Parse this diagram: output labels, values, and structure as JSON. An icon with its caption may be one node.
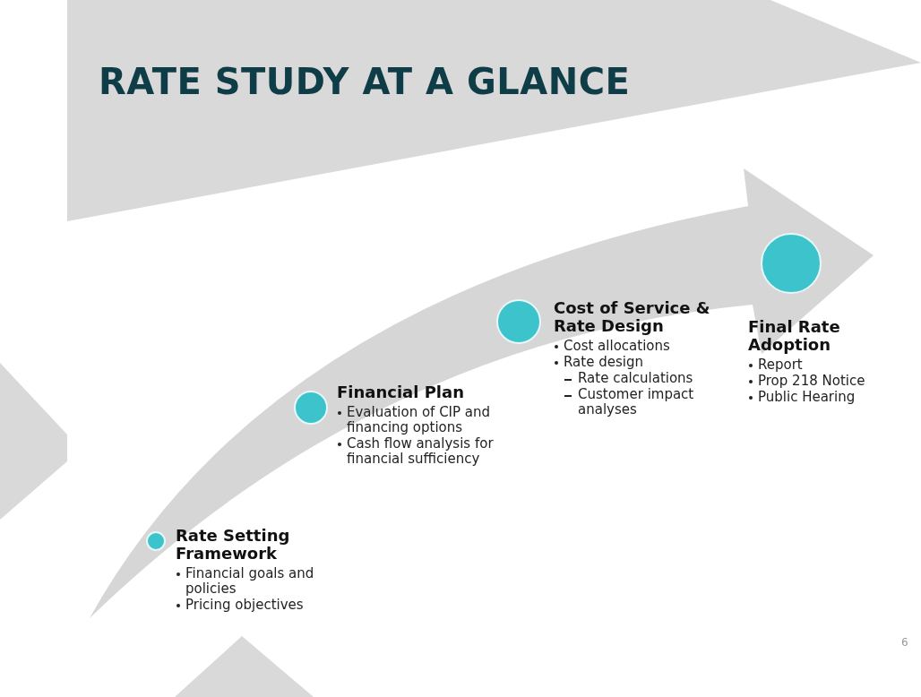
{
  "diagram": {
    "title": "RATE STUDY AT A GLANCE",
    "nodes": [
      {
        "text": [
          "Rate Setting Framework",
          "Financial goals and policies",
          "Pricing objectives"
        ]
      },
      {
        "text": [
          "Financial Plan",
          "Evaluation of CIP and financing options",
          "Cash flow analysis for financial sufficiency"
        ]
      },
      {
        "text": [
          "Cost of Service & Rate Design",
          "Cost allocations",
          "Rate design",
          "Rate calculations",
          "Customer impact analyses"
        ]
      },
      {
        "text": [
          "Final Rate Adoption",
          "Report",
          "Prop 218 Notice",
          "Public Hearing"
        ]
      }
    ],
    "edges": [],
    "labels": [
      "6"
    ]
  }
}
